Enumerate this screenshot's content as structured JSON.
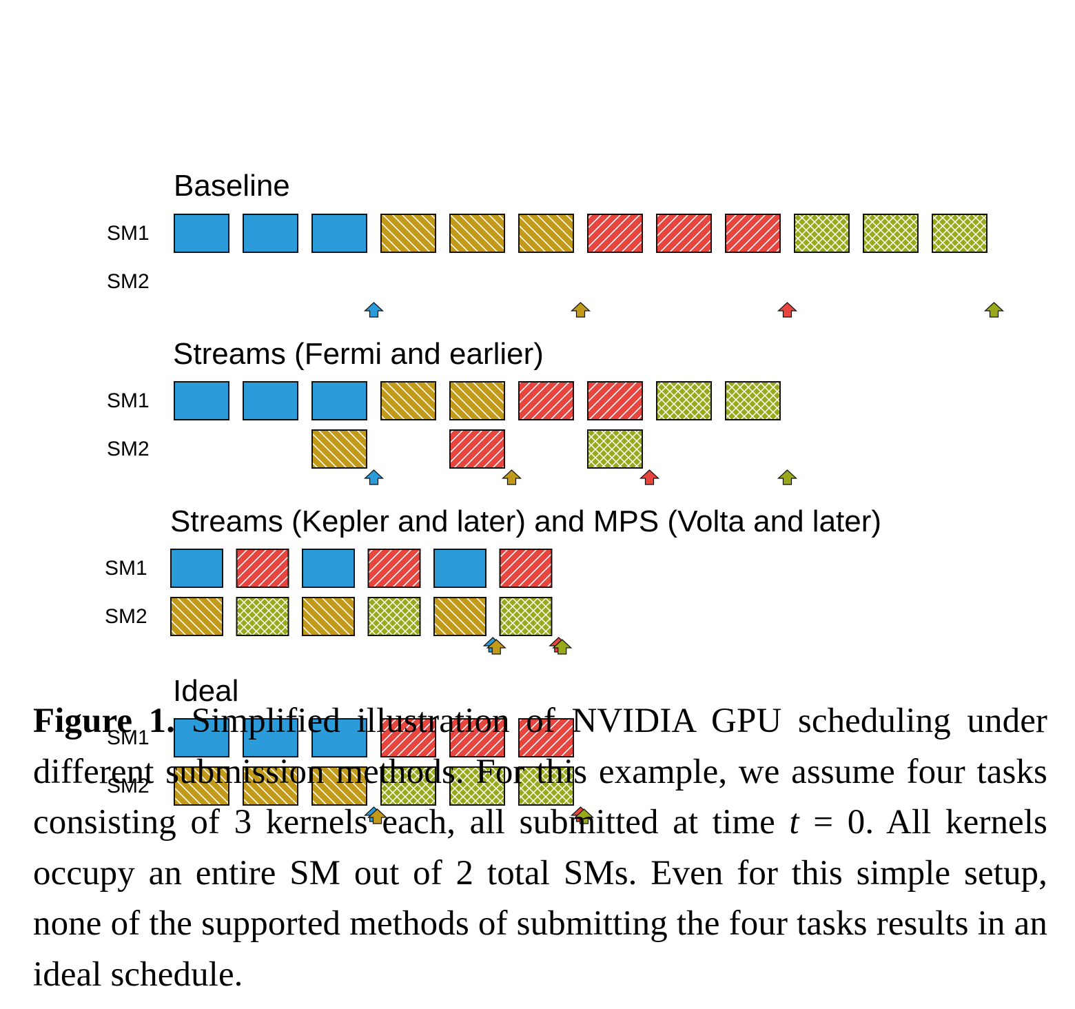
{
  "colors": {
    "blue": "#2b9bda",
    "gold": "#c19a1b",
    "red": "#e8453f",
    "olive": "#9aa81b",
    "outline": "#111111"
  },
  "task_colors": {
    "A": "blue",
    "B": "gold",
    "C": "red",
    "D": "olive"
  },
  "task_patterns": {
    "A": "solid",
    "B": "diagonal-backslash",
    "C": "diagonal-slash",
    "D": "crosshatch"
  },
  "sm_labels": [
    "SM1",
    "SM2"
  ],
  "panels": [
    {
      "title": "Baseline",
      "sm1": [
        "A",
        "A",
        "A",
        "B",
        "B",
        "B",
        "C",
        "C",
        "C",
        "D",
        "D",
        "D"
      ],
      "sm2": [
        null,
        null,
        null,
        null,
        null,
        null,
        null,
        null,
        null,
        null,
        null,
        null
      ],
      "completions": [
        {
          "task": "A",
          "slot": 3
        },
        {
          "task": "B",
          "slot": 6
        },
        {
          "task": "C",
          "slot": 9
        },
        {
          "task": "D",
          "slot": 12
        }
      ]
    },
    {
      "title": "Streams (Fermi and earlier)",
      "sm1": [
        "A",
        "A",
        "A",
        "B",
        "B",
        "C",
        "C",
        "D",
        "D"
      ],
      "sm2": [
        null,
        null,
        "B",
        null,
        "C",
        null,
        "D",
        null,
        null
      ],
      "completions": [
        {
          "task": "A",
          "slot": 3
        },
        {
          "task": "B",
          "slot": 5
        },
        {
          "task": "C",
          "slot": 7
        },
        {
          "task": "D",
          "slot": 9
        }
      ]
    },
    {
      "title": "Streams (Kepler and later) and MPS (Volta and later)",
      "sm1": [
        "A",
        "C",
        "A",
        "C",
        "A",
        "C"
      ],
      "sm2": [
        "B",
        "D",
        "B",
        "D",
        "B",
        "D"
      ],
      "completions": [
        {
          "task": "A",
          "slot": 5
        },
        {
          "task": "B",
          "slot": 5
        },
        {
          "task": "C",
          "slot": 6
        },
        {
          "task": "D",
          "slot": 6
        }
      ]
    },
    {
      "title": "Ideal",
      "sm1": [
        "A",
        "A",
        "A",
        "C",
        "C",
        "C"
      ],
      "sm2": [
        "B",
        "B",
        "B",
        "D",
        "D",
        "D"
      ],
      "completions": [
        {
          "task": "A",
          "slot": 3
        },
        {
          "task": "B",
          "slot": 3
        },
        {
          "task": "C",
          "slot": 6
        },
        {
          "task": "D",
          "slot": 6
        }
      ]
    }
  ],
  "caption": {
    "label": "Figure 1.",
    "text_1": " Simplified illustration of NVIDIA GPU scheduling under different submission methods. For this example, we assume four tasks consisting of 3 kernels each, all submitted at time ",
    "math_var": "t",
    "math_rest": " = 0",
    "text_2": ". All kernels occupy an entire SM out of 2 total SMs. Even for this simple setup, none of the supported methods of submitting the four tasks results in an ideal schedule."
  }
}
